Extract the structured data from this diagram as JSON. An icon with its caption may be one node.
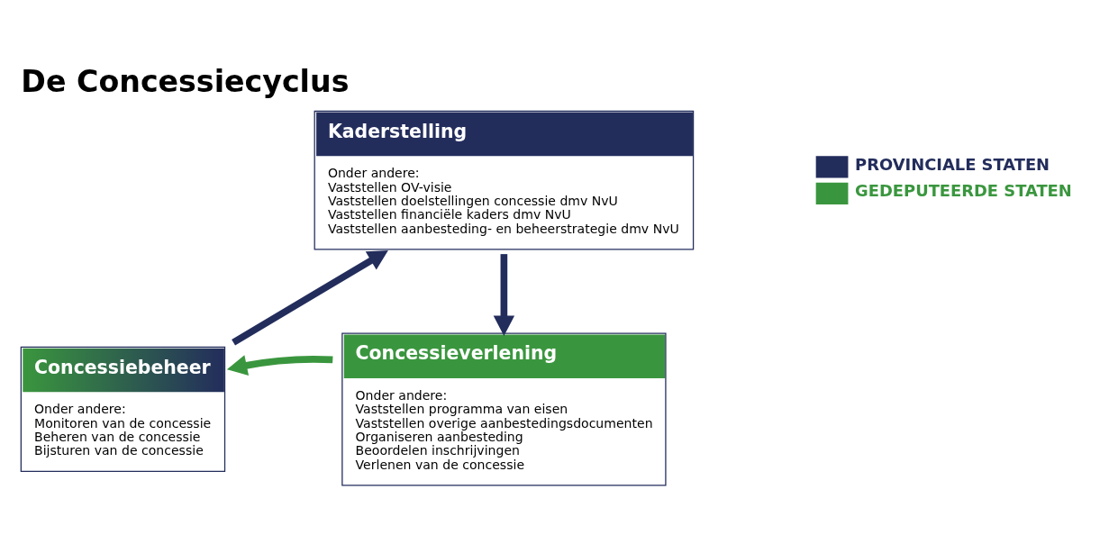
{
  "diagram": {
    "title": "De Concessiecyclus",
    "nodes": [
      {
        "text": [
          "Kaderstelling",
          "Onder andere:",
          "Vaststellen OV-visie",
          "Vaststellen doelstellingen concessie dmv NvU",
          "Vaststellen financiële kaders dmv NvU",
          "Vaststellen aanbesteding- en beheerstrategie dmv NvU"
        ]
      },
      {
        "text": [
          "Concessieverlening",
          "Onder andere:",
          "Vaststellen programma van eisen",
          "Vaststellen overige aanbestedingsdocumenten",
          "Organiseren aanbesteding",
          "Beoordelen inschrijvingen",
          "Verlenen van de concessie"
        ]
      },
      {
        "text": [
          "Concessiebeheer",
          "Onder andere:",
          "Monitoren van de concessie",
          "Beheren van de concessie",
          "Bijsturen van de concessie"
        ]
      }
    ],
    "edges": [
      {
        "from": 0,
        "to": 1,
        "arrow": "to"
      },
      {
        "from": 1,
        "to": 2,
        "arrow": "to",
        "color": "#3a963e"
      },
      {
        "from": 2,
        "to": 0,
        "arrow": "to"
      }
    ],
    "legend": [
      {
        "text": "PROVINCIALE STATEN",
        "color": "#232d5c"
      },
      {
        "text": "GEDEPUTEERDE STATEN",
        "color": "#3a963e"
      }
    ]
  }
}
